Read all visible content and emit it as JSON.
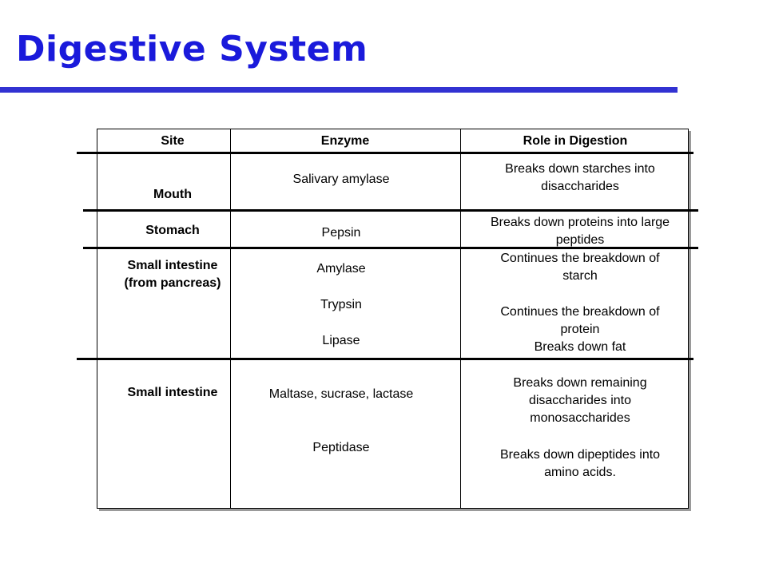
{
  "slide": {
    "title": "Digestive System",
    "accent_color": "#1a1adb"
  },
  "table": {
    "headers": {
      "site": "Site",
      "enzyme": "Enzyme",
      "role": "Role in Digestion"
    },
    "rows": [
      {
        "site": [
          "Mouth"
        ],
        "enzymes": [
          "Salivary amylase"
        ],
        "roles": [
          "Breaks down starches into",
          "disaccharides"
        ]
      },
      {
        "site": [
          "Stomach"
        ],
        "enzymes": [
          "Pepsin"
        ],
        "roles": [
          "Breaks down proteins into large",
          "peptides"
        ]
      },
      {
        "site": [
          "Small intestine",
          "(from pancreas)"
        ],
        "enzymes": [
          "Amylase",
          "Trypsin",
          "Lipase"
        ],
        "roles": [
          "Continues the breakdown of",
          "starch",
          "Continues the breakdown of",
          "protein",
          "Breaks down fat"
        ]
      },
      {
        "site": [
          "Small intestine"
        ],
        "enzymes": [
          "Maltase, sucrase, lactase",
          "Peptidase"
        ],
        "roles": [
          "Breaks down remaining",
          "disaccharides into",
          "monosaccharides",
          "Breaks down dipeptides into",
          "amino acids."
        ]
      }
    ]
  }
}
